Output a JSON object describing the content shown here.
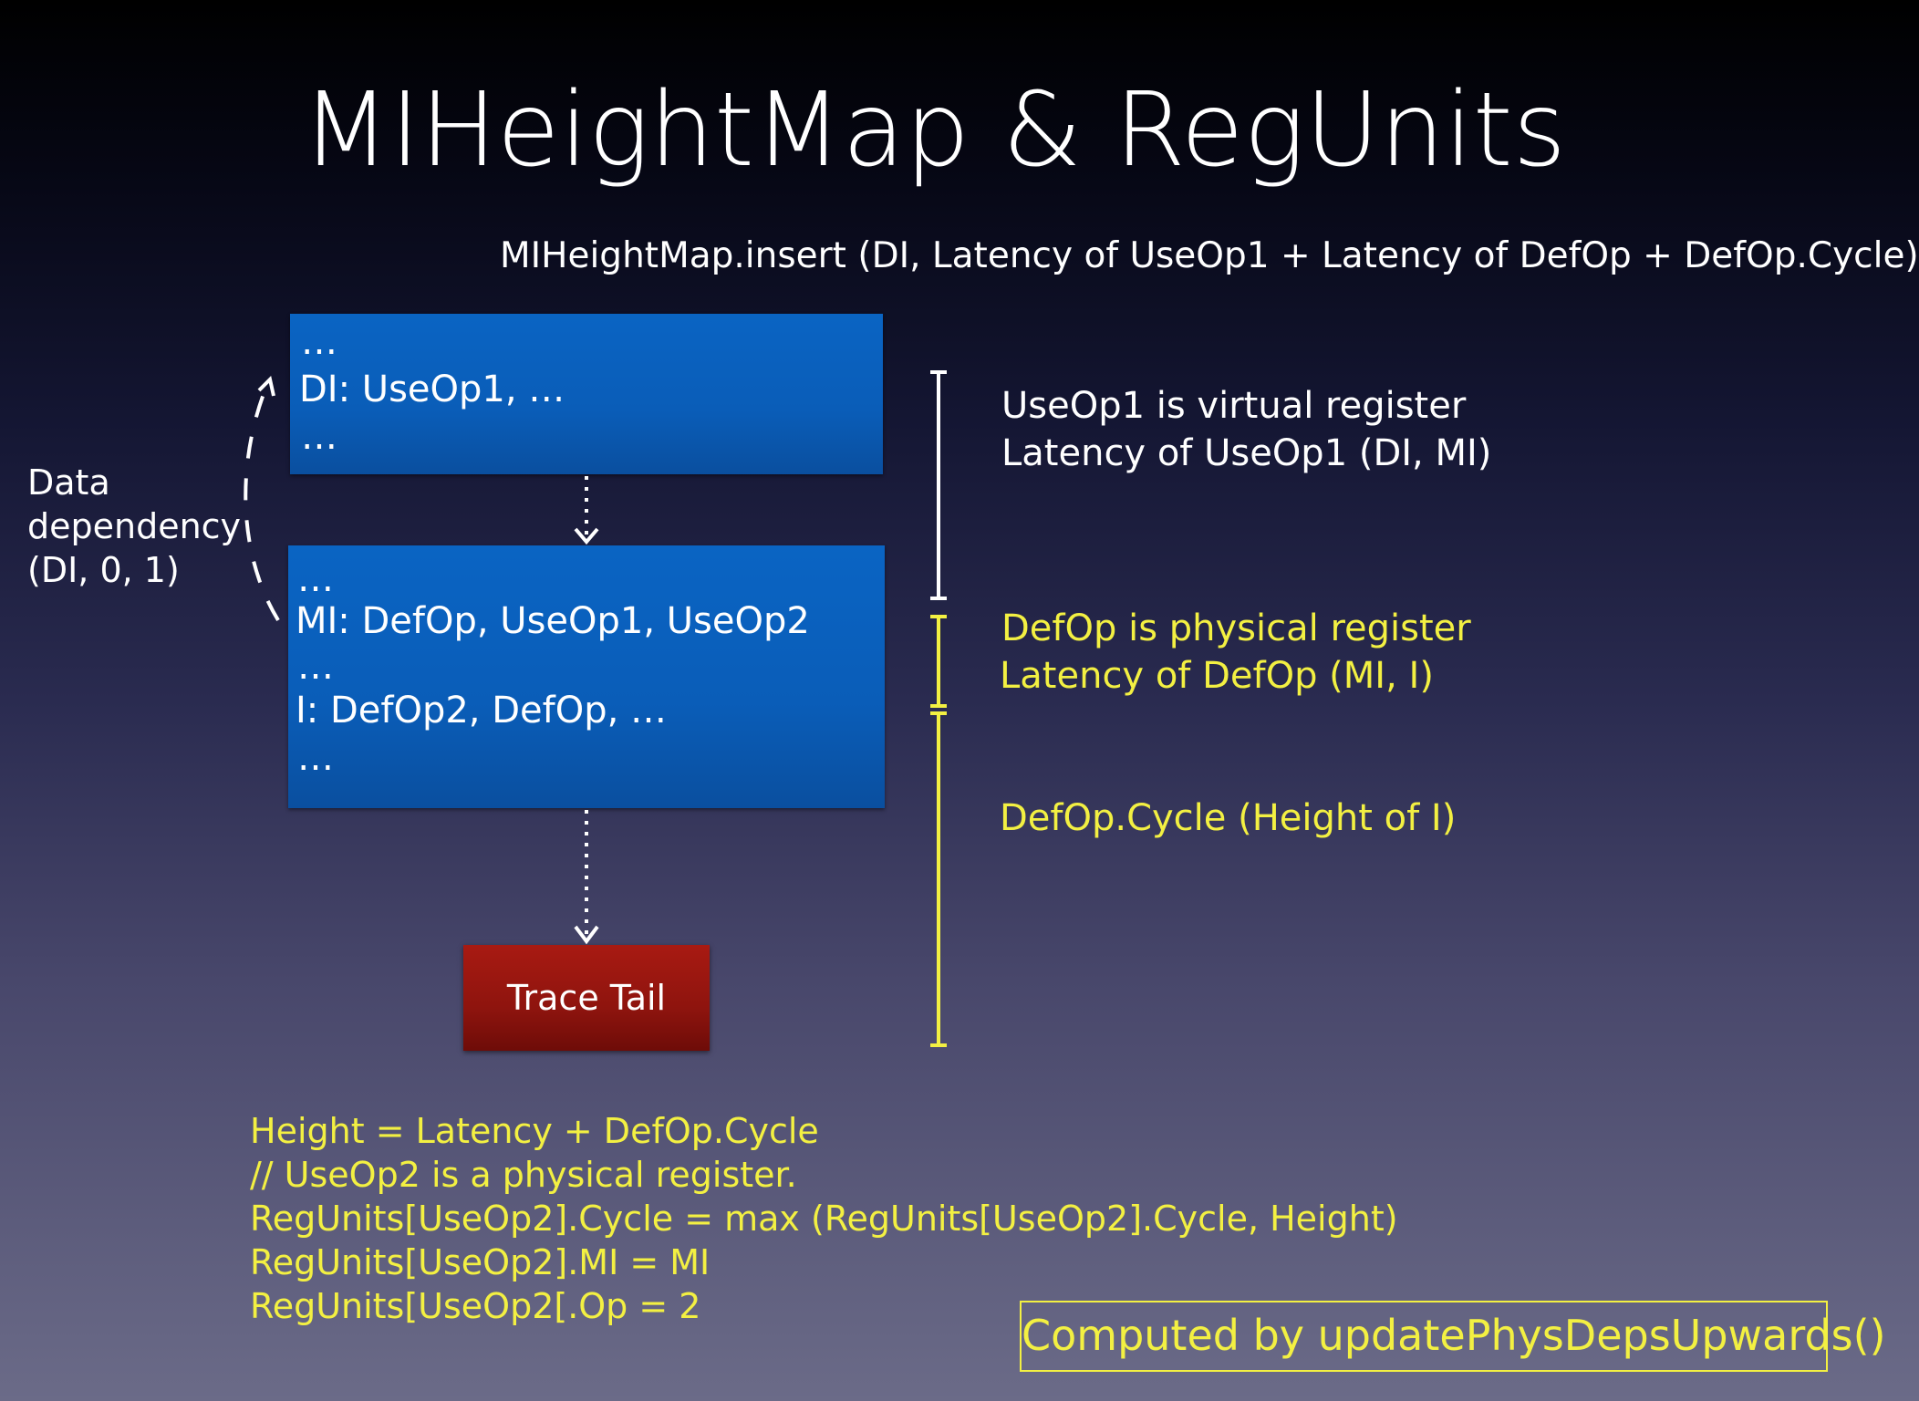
{
  "title": "MIHeightMap & RegUnits",
  "formula": "MIHeightMap.insert (DI, Latency of UseOp1 + Latency of DefOp + DefOp.Cycle)",
  "box_top": {
    "lines": [
      "…",
      "DI: UseOp1, …",
      "…"
    ]
  },
  "box_mid": {
    "lines": [
      "…",
      "MI: DefOp, UseOp1, UseOp2",
      "…",
      "I: DefOp2, DefOp, …",
      "…"
    ]
  },
  "trace_tail": "Trace Tail",
  "data_dependency": [
    "Data",
    "dependency",
    "(DI, 0, 1)"
  ],
  "notes": {
    "useop1_virtual": "UseOp1 is virtual register",
    "useop1_latency": "Latency of UseOp1 (DI, MI)",
    "defop_physical": "DefOp is physical register",
    "defop_latency": "Latency of DefOp (MI, I)",
    "defop_cycle": "DefOp.Cycle (Height of I)"
  },
  "code_lines": [
    "Height = Latency + DefOp.Cycle",
    "// UseOp2 is a physical register.",
    "RegUnits[UseOp2].Cycle = max (RegUnits[UseOp2].Cycle, Height)",
    "RegUnits[UseOp2].MI = MI",
    "RegUnits[UseOp2[.Op = 2"
  ],
  "computed_by": "Computed by updatePhysDepsUpwards()",
  "colors": {
    "box_blue": "#0a5db8",
    "trace_red": "#8e140e",
    "accent_yellow": "#f3f042",
    "text_white": "#ffffff"
  }
}
